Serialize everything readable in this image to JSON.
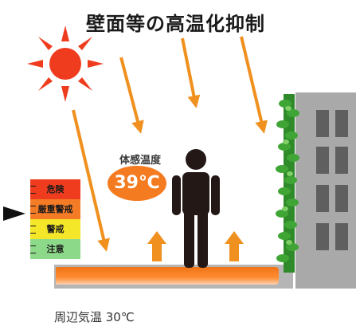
{
  "title": "壁面等の高温化抑制",
  "body_temp_label": "体感温度",
  "body_temp_value": "39℃",
  "ambient_temp": "周辺気温 30℃",
  "heat_scale": [
    {
      "label": "危険",
      "color": "#f03c1e"
    },
    {
      "label": "厳重警戒",
      "color": "#f57c26"
    },
    {
      "label": "警戒",
      "color": "#f4e628"
    },
    {
      "label": "注意",
      "color": "#8dd98a"
    }
  ],
  "pointer_level": "厳重警戒",
  "colors": {
    "accent": "#f47b20",
    "sun": "#f03c1e",
    "wall_greenery": "#3fa535",
    "building": "#a9a9a9"
  },
  "icons": [
    "sun-icon",
    "person-icon",
    "pointer-triangle-icon"
  ]
}
